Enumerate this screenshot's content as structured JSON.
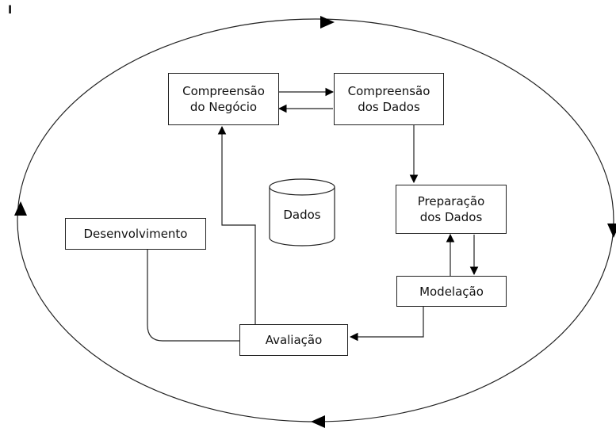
{
  "stray_mark": "I",
  "nodes": {
    "business_understanding": [
      "Compreensão",
      "do Negócio"
    ],
    "data_understanding": [
      "Compreensão",
      "dos Dados"
    ],
    "data_preparation": [
      "Preparação",
      "dos Dados"
    ],
    "modeling": "Modelação",
    "evaluation": "Avaliação",
    "deployment": "Desenvolvimento",
    "data_store": "Dados"
  }
}
